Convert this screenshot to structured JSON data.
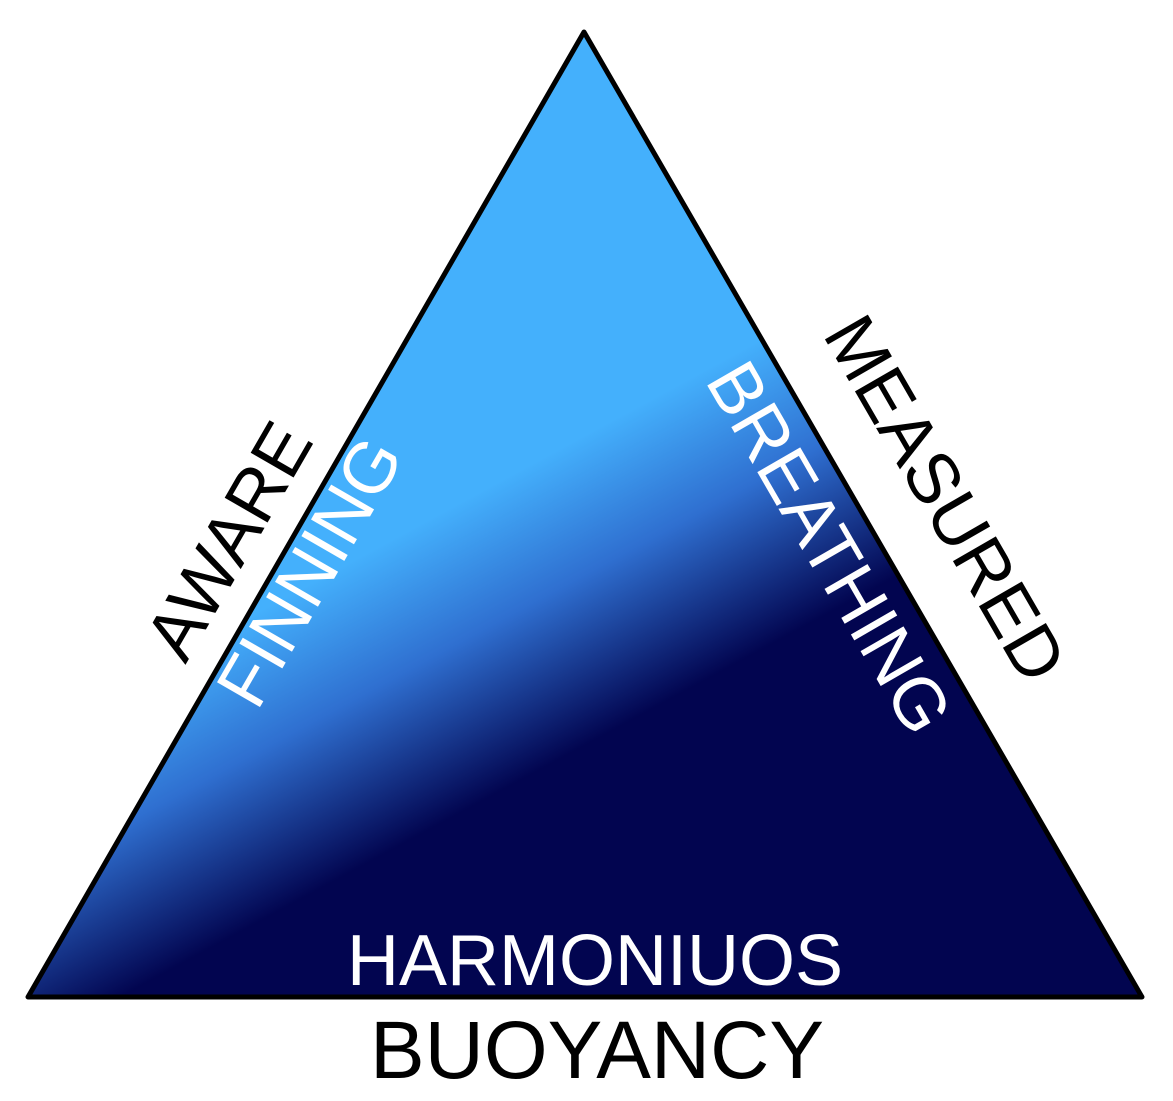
{
  "diagram": {
    "left_outer": "AWARE",
    "left_inner": "FINNING",
    "right_outer": "MEASURED",
    "right_inner": "BREATHING",
    "bottom_inner": "HARMONIUOS",
    "bottom_outer": "BUOYANCY"
  },
  "colors": {
    "gradient_light": "#44b0fc",
    "gradient_mid": "#2f6fd0",
    "gradient_dark": "#020550",
    "outline": "#000000",
    "inner_text": "#ffffff",
    "outer_text": "#000000"
  }
}
